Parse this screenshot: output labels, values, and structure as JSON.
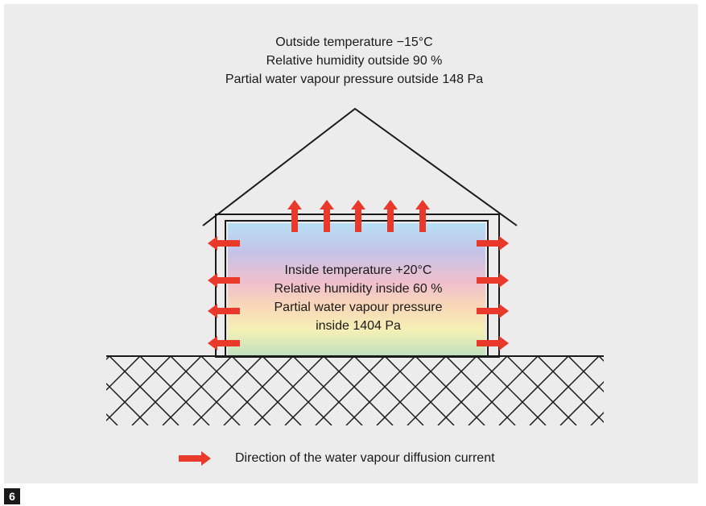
{
  "outside": {
    "temperature": "Outside temperature −15°C",
    "humidity": "Relative humidity outside 90 %",
    "vapour_pressure": "Partial water vapour pressure outside 148 Pa"
  },
  "inside": {
    "temperature": "Inside temperature +20°C",
    "humidity": "Relative humidity inside 60 %",
    "vapour_pressure_line1": "Partial water vapour pressure",
    "vapour_pressure_line2": "inside 1404 Pa"
  },
  "legend": {
    "label": "Direction of the water vapour diffusion current",
    "arrow_color": "#e8392b"
  },
  "figure_number": "6",
  "colors": {
    "background": "#ececec",
    "line": "#1a1a1a",
    "arrow": "#e8392b",
    "gradient": [
      "#b6e0f5",
      "#c6c3e8",
      "#f0c0cc",
      "#f8d8b8",
      "#f5f0b5",
      "#bfe0bf"
    ]
  }
}
